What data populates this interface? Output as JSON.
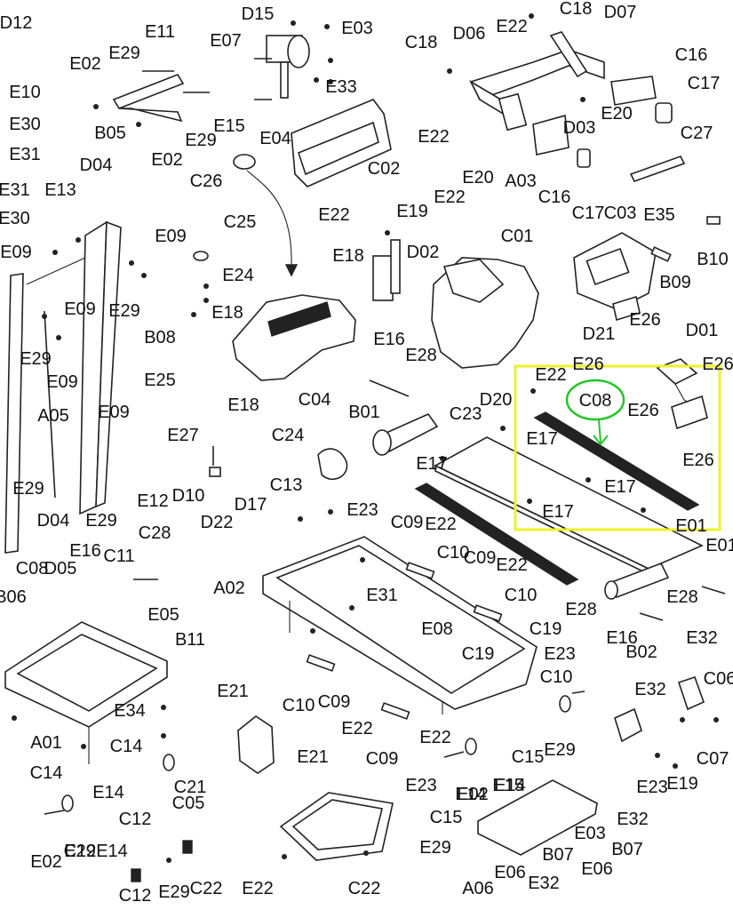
{
  "diagram": {
    "type": "exploded-parts-diagram",
    "labels": [
      "D12",
      "E10",
      "E30",
      "E31",
      "E31",
      "E30",
      "E09",
      "E11",
      "E29",
      "E02",
      "B05",
      "E02",
      "E29",
      "E15",
      "E07",
      "D15",
      "E03",
      "E33",
      "E04",
      "C02",
      "E22",
      "C18",
      "D06",
      "E22",
      "C18",
      "D07",
      "C16",
      "C17",
      "E22",
      "E20",
      "E20",
      "A03",
      "D03",
      "C16",
      "C17",
      "C27",
      "E35",
      "C03",
      "B10",
      "B09",
      "D04",
      "E13",
      "E09",
      "E29",
      "E09",
      "E29",
      "E09",
      "A05",
      "E09",
      "E29",
      "E12",
      "D04",
      "E29",
      "C26",
      "C25",
      "E24",
      "E18",
      "B08",
      "E25",
      "E18",
      "C04",
      "E19",
      "D02",
      "E18",
      "E22",
      "C01",
      "E16",
      "E28",
      "B01",
      "C24",
      "E27",
      "D10",
      "C13",
      "D21",
      "E26",
      "D01",
      "E26",
      "E26",
      "E22",
      "E26",
      "E26",
      "D20",
      "C23",
      "E17",
      "E17",
      "E17",
      "E17",
      "D17",
      "D22",
      "E23",
      "A02",
      "C09",
      "E22",
      "C10",
      "C09",
      "E22",
      "C10",
      "E31",
      "E08",
      "C19",
      "C19",
      "C09",
      "E22",
      "C10",
      "C09",
      "E22",
      "C10",
      "E01",
      "E01",
      "E28",
      "E16",
      "B02",
      "E28",
      "E16",
      "C08",
      "D05",
      "C11",
      "C28",
      "B06",
      "E05",
      "B11",
      "E34",
      "A01",
      "C14",
      "C14",
      "E21",
      "E21",
      "C21",
      "C05",
      "E14",
      "C12",
      "E29",
      "E02",
      "C12",
      "E14",
      "C12",
      "E29",
      "C22",
      "E22",
      "C22",
      "E23",
      "E23",
      "E14",
      "E15",
      "C15",
      "E29",
      "E02",
      "E14",
      "C15",
      "E29",
      "A06",
      "E06",
      "E32",
      "B07",
      "E32",
      "E03",
      "E06",
      "B07",
      "E32",
      "E32",
      "C06",
      "C07",
      "E23",
      "E19",
      "E19",
      "E23"
    ],
    "highlight": {
      "label": "C08",
      "box_color": "#eef22a",
      "circle_color": "#27c427"
    }
  }
}
